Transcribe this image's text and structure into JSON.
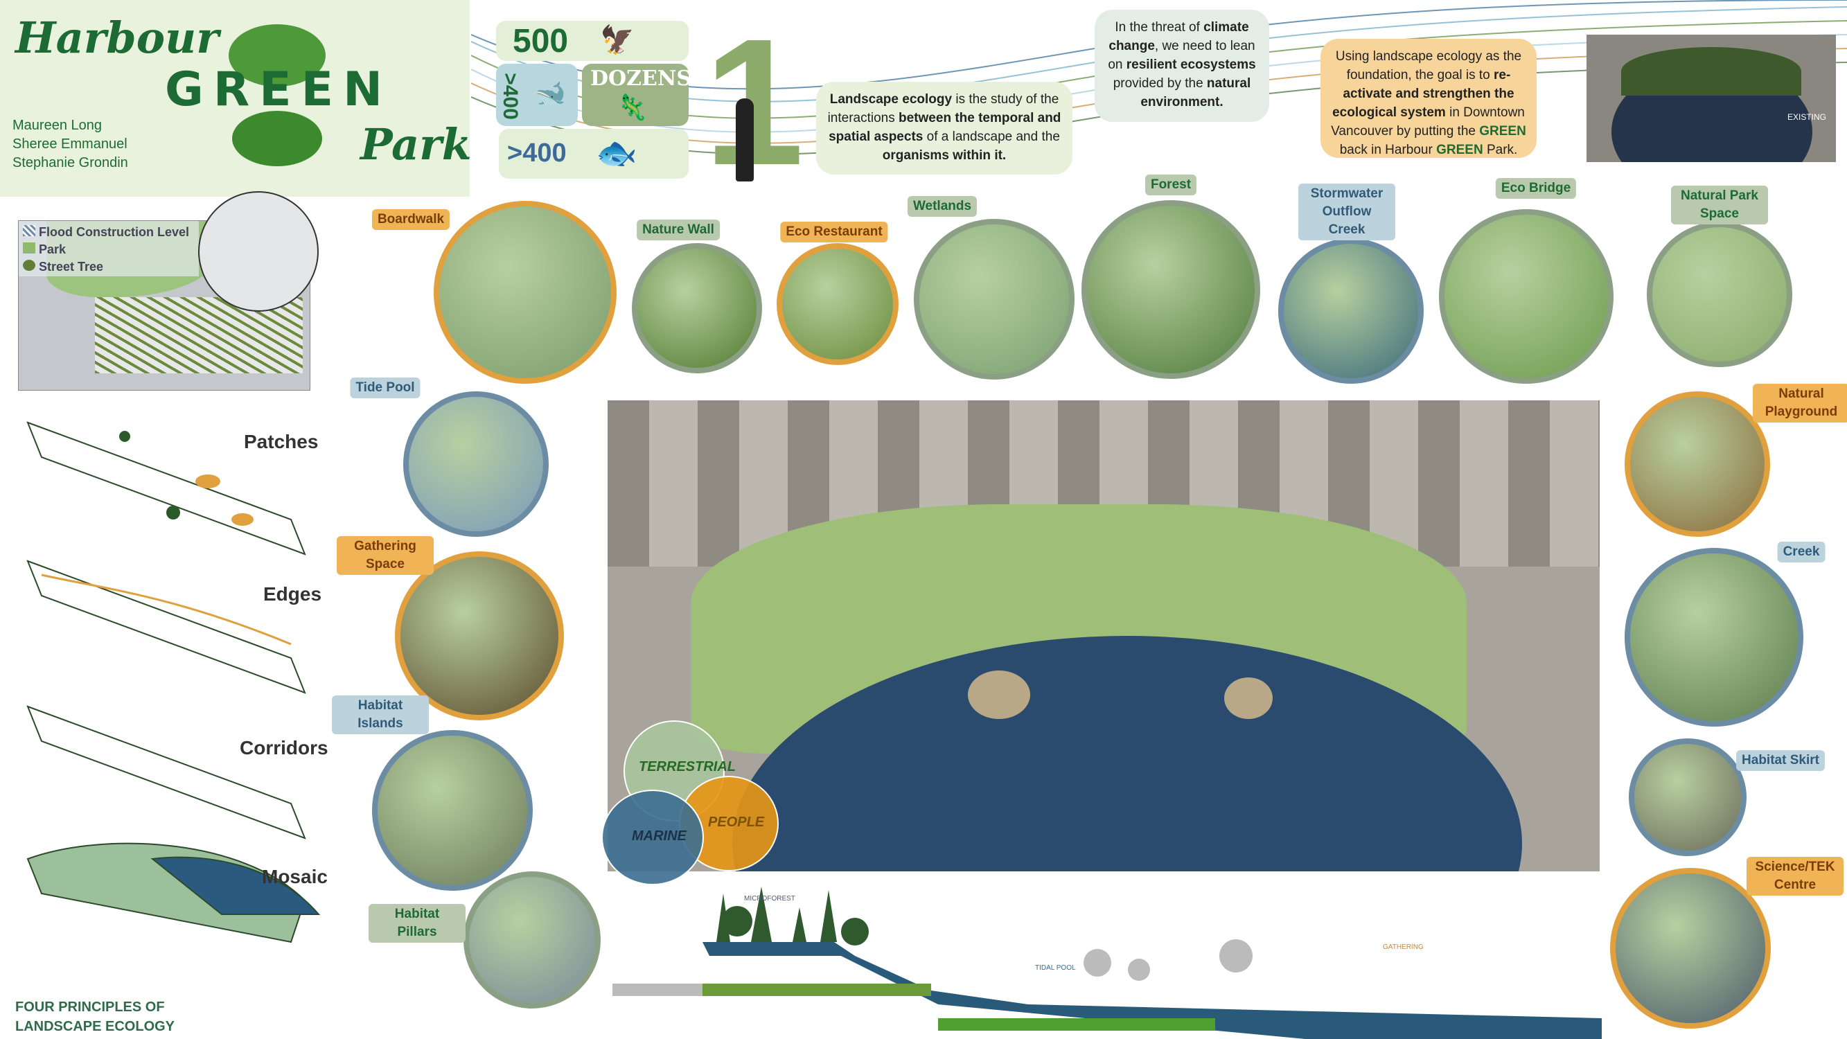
{
  "title": {
    "line1": "Harbour",
    "line2": "GREEN",
    "line3": "Park"
  },
  "authors": [
    "Maureen Long",
    "Sheree Emmanuel",
    "Stephanie Grondin"
  ],
  "stats": {
    "birds": "500",
    "mammals": ">400",
    "amphibians": "DOZENS",
    "fish": ">400"
  },
  "big_number": "1",
  "text_boxes": {
    "landscape_ecology": "<b>Landscape ecology</b> is the study of the interactions <b>between the temporal and spatial aspects</b> of a landscape and the <b>organisms within it.</b>",
    "climate": "In the threat of <b>climate change</b>, we need to lean on <b>resilient ecosystems</b> provided by the <b>natural environment.</b>",
    "goal": "Using landscape ecology as the foundation, the goal is to <b>re-activate and strengthen the ecological system</b> in Downtown Vancouver by putting the <b style='color:#1d6b34'>GREEN</b> back in Harbour <b style='color:#1d6b34'>GREEN</b> Park."
  },
  "existing_label": "EXISTING",
  "map_legend": [
    "Flood Construction Level",
    "Park",
    "Street Tree"
  ],
  "principles": {
    "items": [
      "Patches",
      "Edges",
      "Corridors",
      "Mosaic"
    ],
    "caption_line1": "FOUR PRINCIPLES OF",
    "caption_line2": "LANDSCAPE ECOLOGY"
  },
  "venn": [
    "TERRESTRIAL",
    "MARINE",
    "PEOPLE"
  ],
  "section_labels": [
    "MICROFOREST",
    "TIDAL POOL",
    "GATHERING"
  ],
  "features": [
    {
      "name": "Boardwalk",
      "type": "orange"
    },
    {
      "name": "Nature Wall",
      "type": "green"
    },
    {
      "name": "Eco Restaurant",
      "type": "orange"
    },
    {
      "name": "Wetlands",
      "type": "green"
    },
    {
      "name": "Forest",
      "type": "green"
    },
    {
      "name": "Stormwater Outflow Creek",
      "type": "blue"
    },
    {
      "name": "Eco Bridge",
      "type": "green"
    },
    {
      "name": "Natural Park Space",
      "type": "green"
    },
    {
      "name": "Tide Pool",
      "type": "blue"
    },
    {
      "name": "Gathering Space",
      "type": "orange"
    },
    {
      "name": "Habitat Islands",
      "type": "blue"
    },
    {
      "name": "Habitat Pillars",
      "type": "green"
    },
    {
      "name": "Natural Playground",
      "type": "orange"
    },
    {
      "name": "Creek",
      "type": "blue"
    },
    {
      "name": "Habitat Skirt",
      "type": "blue"
    },
    {
      "name": "Science/TEK Centre",
      "type": "orange"
    }
  ],
  "colors": {
    "green": "#1d6b34",
    "orange": "#e0a03e",
    "blue": "#2f5b78",
    "water": "#2a4a6e"
  }
}
